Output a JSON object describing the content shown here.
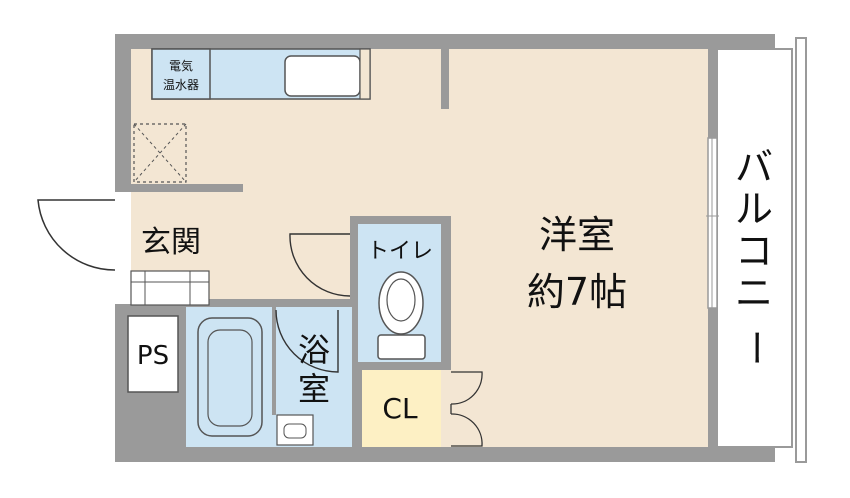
{
  "rooms": {
    "western_room": {
      "line1": "洋室",
      "line2": "約7帖"
    },
    "entrance": "玄関",
    "toilet": "トイレ",
    "bathroom": {
      "char1": "浴",
      "char2": "室"
    },
    "closet": "CL",
    "pipe_space": "PS",
    "water_heater": {
      "line1": "電気",
      "line2": "温水器"
    },
    "balcony": [
      "バ",
      "ル",
      "コ",
      "ニ",
      "ー"
    ]
  },
  "colors": {
    "wall": "#9a9a9a",
    "floor": "#f3e6d3",
    "wet_area": "#cde4f3",
    "closet": "#fdf0c4",
    "fixture_stroke": "#333333"
  }
}
